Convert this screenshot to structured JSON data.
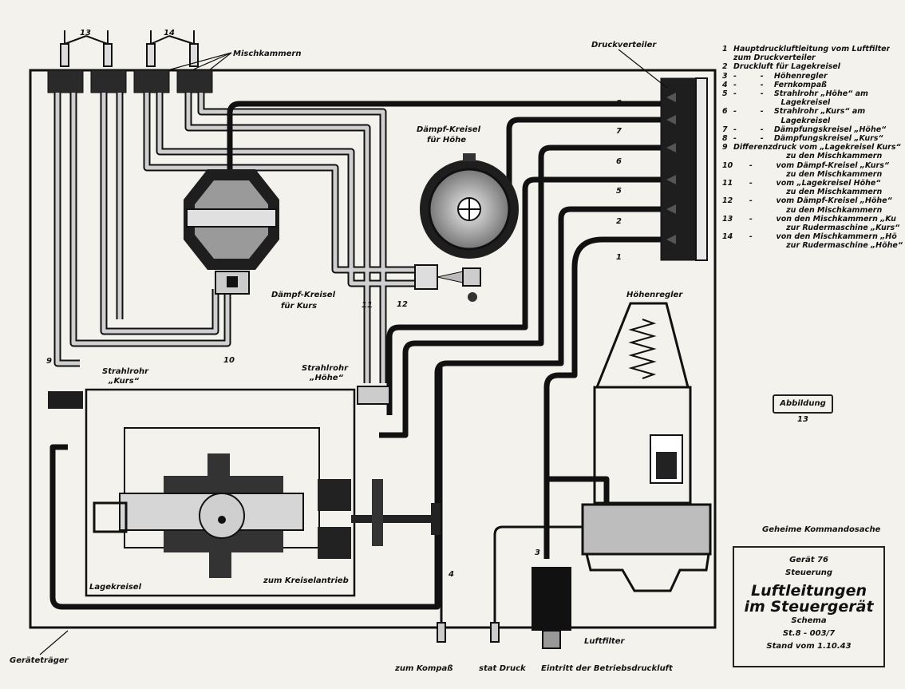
{
  "legend": [
    {
      "num": "1",
      "text": "Hauptdruckluftleitung vom Luftfilter"
    },
    {
      "num": "",
      "text": "zum Druckverteiler"
    },
    {
      "num": "2",
      "text": "Druckluft für Lagekreisel"
    },
    {
      "num": "3",
      "text": "-         -    Höhenregler"
    },
    {
      "num": "4",
      "text": "-         -    Fernkompaß"
    },
    {
      "num": "5",
      "text": "-         -    Strahlrohr „Höhe“ am"
    },
    {
      "num": "",
      "text": "                  Lagekreisel"
    },
    {
      "num": "6",
      "text": "-         -    Strahlrohr „Kurs“ am"
    },
    {
      "num": "",
      "text": "                  Lagekreisel"
    },
    {
      "num": "7",
      "text": "-         -    Dämpfungskreisel „Höhe“"
    },
    {
      "num": "8",
      "text": "-         -    Dämpfungskreisel „Kurs“"
    },
    {
      "num": "9",
      "text": "Differenzdruck vom „Lagekreisel Kurs“"
    },
    {
      "num": "",
      "text": "                    zu den Mischkammern"
    },
    {
      "num": "10",
      "text": "      -         vom Dämpf-Kreisel „Kurs“"
    },
    {
      "num": "",
      "text": "                    zu den Mischkammern"
    },
    {
      "num": "11",
      "text": "      -         vom „Lagekreisel Höhe“"
    },
    {
      "num": "",
      "text": "                    zu den Mischkammern"
    },
    {
      "num": "12",
      "text": "      -         vom Dämpf-Kreisel „Höhe“"
    },
    {
      "num": "",
      "text": "                    zu den Mischkammern"
    },
    {
      "num": "13",
      "text": "      -         von den Mischkammern „Ku"
    },
    {
      "num": "",
      "text": "                    zur Rudermaschine „Kurs“"
    },
    {
      "num": "14",
      "text": "      -         von den Mischkammern „Hö"
    },
    {
      "num": "",
      "text": "                    zur Rudermaschine „Höhe“"
    }
  ],
  "figure_label": "Abbildung 13",
  "classification": "Geheime Kommandosache",
  "title_block": {
    "device": "Gerät 76",
    "subtitle": "Steuerung",
    "title_line1": "Luftleitungen",
    "title_line2": "im Steuergerät",
    "schema": "Schema",
    "doc_number": "St.8 - 003/7",
    "date": "Stand vom 1.10.43"
  },
  "labels": {
    "num_13": "13",
    "num_14": "14",
    "mischkammern": "Mischkammern",
    "druckverteiler": "Druckverteiler",
    "daempf_hoehe_1": "Dämpf-Kreisel",
    "daempf_hoehe_2": "für Höhe",
    "daempf_kurs_1": "Dämpf-Kreisel",
    "daempf_kurs_2": "für Kurs",
    "line_8": "8",
    "line_7": "7",
    "line_6": "6",
    "line_5": "5",
    "line_2": "2",
    "line_1": "1",
    "line_12": "12",
    "line_11": "11",
    "line_10": "10",
    "line_9": "9",
    "line_4": "4",
    "line_3": "3",
    "strahlrohr_kurs_1": "Strahlrohr",
    "strahlrohr_kurs_2": "„Kurs“",
    "strahlrohr_hoehe_1": "Strahlrohr",
    "strahlrohr_hoehe_2": "„Höhe“",
    "hoehenregler": "Höhenregler",
    "lagekreisel": "Lagekreisel",
    "kreiselantrieb": "zum  Kreiselantrieb",
    "luftfilter": "Luftfilter",
    "geraetetraeger": "Geräteträger",
    "zum_kompass": "zum Kompaß",
    "stat_druck": "stat Druck",
    "eintritt": "Eintritt der Betriebsdruckluft"
  }
}
